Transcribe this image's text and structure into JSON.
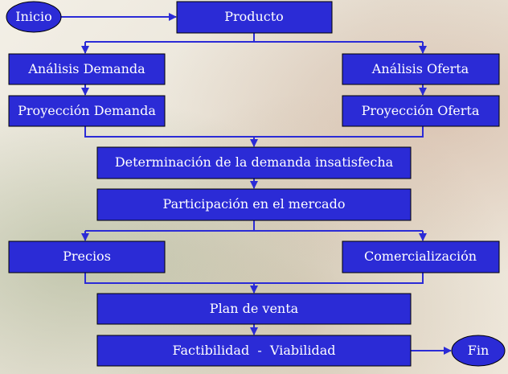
{
  "nodes": {
    "inicio": "Inicio",
    "producto": "Producto",
    "analisis_demanda": "Análisis Demanda",
    "analisis_oferta": "Análisis Oferta",
    "proyeccion_demanda": "Proyección Demanda",
    "proyeccion_oferta": "Proyección Oferta",
    "demanda_insatisfecha": "Determinación de la demanda insatisfecha",
    "participacion_mercado": "Participación en el mercado",
    "precios": "Precios",
    "comercializacion": "Comercialización",
    "plan_venta": "Plan de venta",
    "factibilidad": "Factibilidad  -  Viabilidad",
    "fin": "Fin"
  },
  "colors": {
    "node_fill": "#2b2bd6",
    "node_text": "#ffffff",
    "edge": "#2b2bd6"
  }
}
